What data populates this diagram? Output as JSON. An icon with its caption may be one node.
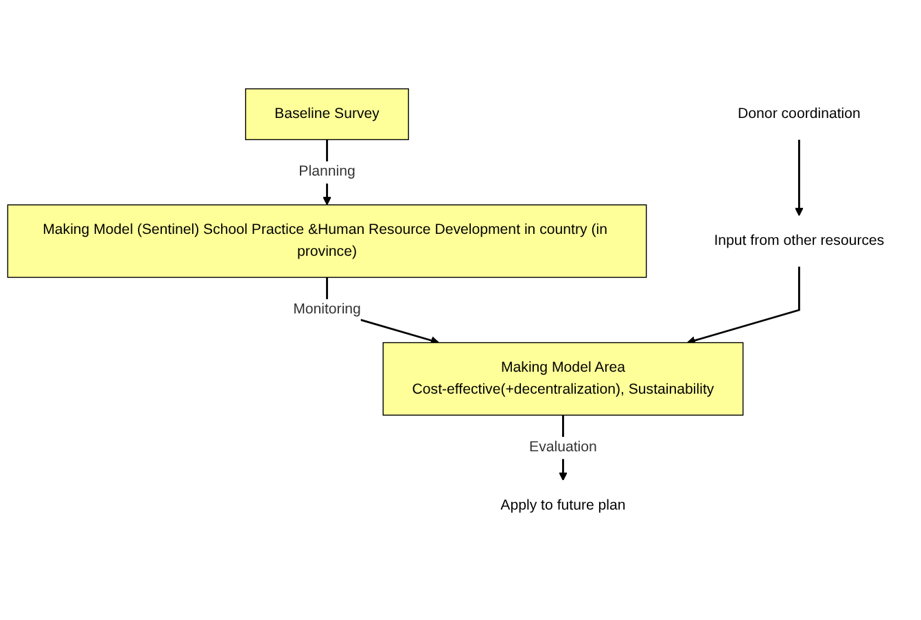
{
  "diagram": {
    "nodes": [
      {
        "text": [
          "Baseline Survey"
        ]
      },
      {
        "text": [
          "Making Model (Sentinel) School Practice &Human Resource Development in country (in province)"
        ]
      },
      {
        "text": [
          "Donor coordination"
        ]
      },
      {
        "text": [
          "Input from other resources"
        ]
      },
      {
        "text": [
          "Making Model Area",
          "Cost-effective(+decentralization), Sustainability"
        ]
      },
      {
        "text": [
          "Apply to future plan"
        ]
      }
    ],
    "edges": [
      {
        "from": 0,
        "to": 1,
        "arrow": "to",
        "label": "Planning"
      },
      {
        "from": 1,
        "to": 4,
        "arrow": "to",
        "label": "Monitoring"
      },
      {
        "from": 2,
        "to": 3,
        "arrow": "to"
      },
      {
        "from": 3,
        "to": 4,
        "arrow": "to"
      },
      {
        "from": 4,
        "to": 5,
        "arrow": "to",
        "label": "Evaluation"
      }
    ]
  }
}
